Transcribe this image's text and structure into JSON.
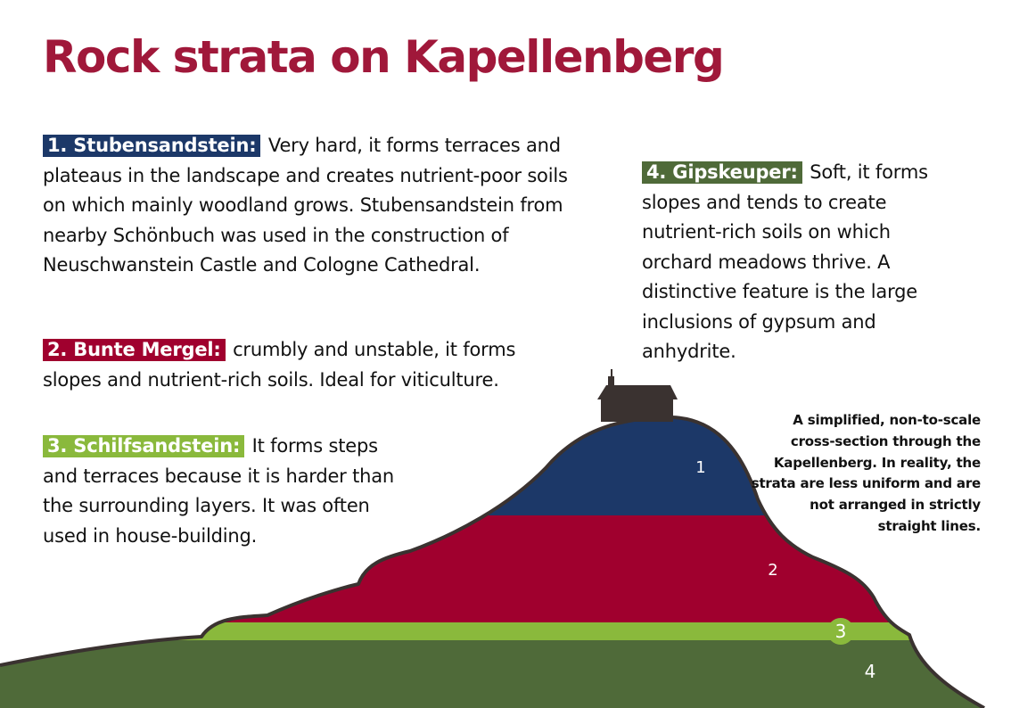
{
  "title": "Rock strata on Kapellenberg",
  "colors": {
    "title": "#a0183a",
    "stubensandstein": "#1c3868",
    "bunte_mergel": "#a0002e",
    "schilfsandstein": "#8ab93c",
    "gipskeuper": "#4f6a39",
    "outline": "#3a3230",
    "building": "#3a3230"
  },
  "strata": [
    {
      "label": "1. Stubensandstein:",
      "text": "Very hard, it forms terraces and plateaus in the landscape and creates nutrient-poor soils on which mainly woodland grows. Stubensandstein from nearby Schönbuch was used in the construction of Neuschwanstein Castle and Cologne Cathedral."
    },
    {
      "label": "2. Bunte Mergel:",
      "text": "crumbly and unstable, it forms slopes and nutrient-rich soils. Ideal for viticulture."
    },
    {
      "label": "3. Schilfsandstein:",
      "text": "It forms steps and terraces because it is harder than the surrounding layers. It was often used in house-building."
    },
    {
      "label": "4. Gipskeuper:",
      "text": "Soft, it forms slopes and tends to create nutrient-rich soils on which orchard meadows thrive. A distinctive feature is the large inclusions of gypsum and anhydrite."
    }
  ],
  "diagram_labels": [
    "1",
    "2",
    "3",
    "4"
  ],
  "caption": "A simplified, non-to-scale cross-section through the Kapellenberg. In reality, the strata are less uniform and are not arranged in strictly straight lines."
}
